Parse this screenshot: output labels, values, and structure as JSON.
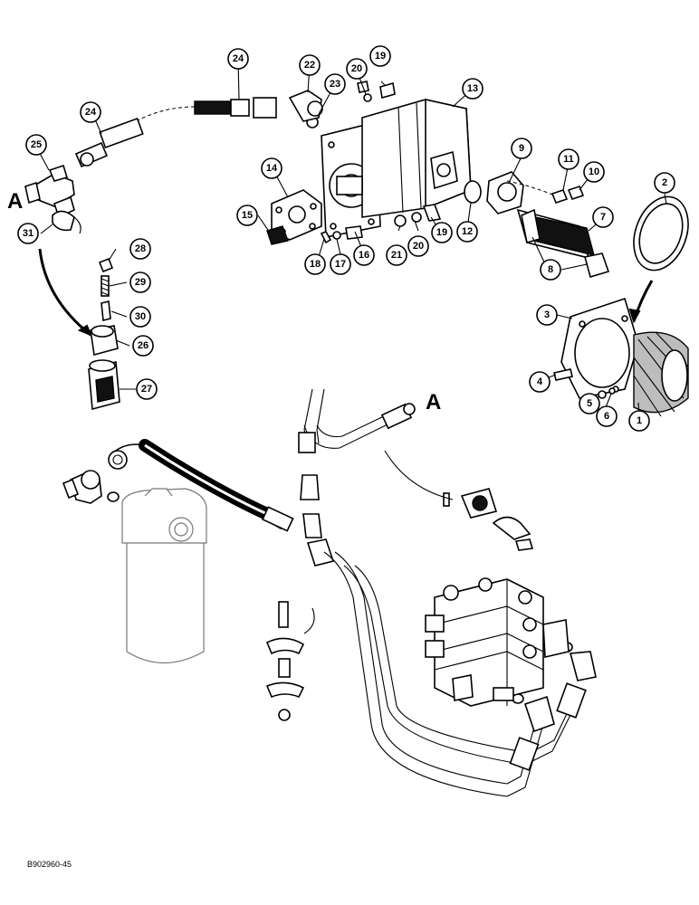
{
  "figure_code": "B902960-45",
  "reference_letters": {
    "upper": "A",
    "lower": "A"
  },
  "callouts": [
    "1",
    "2",
    "3",
    "4",
    "5",
    "6",
    "7",
    "8",
    "9",
    "10",
    "11",
    "12",
    "13",
    "14",
    "15",
    "16",
    "17",
    "18",
    "19",
    "20",
    "21",
    "22",
    "23",
    "24",
    "25",
    "26",
    "27",
    "28",
    "29",
    "30",
    "31"
  ]
}
